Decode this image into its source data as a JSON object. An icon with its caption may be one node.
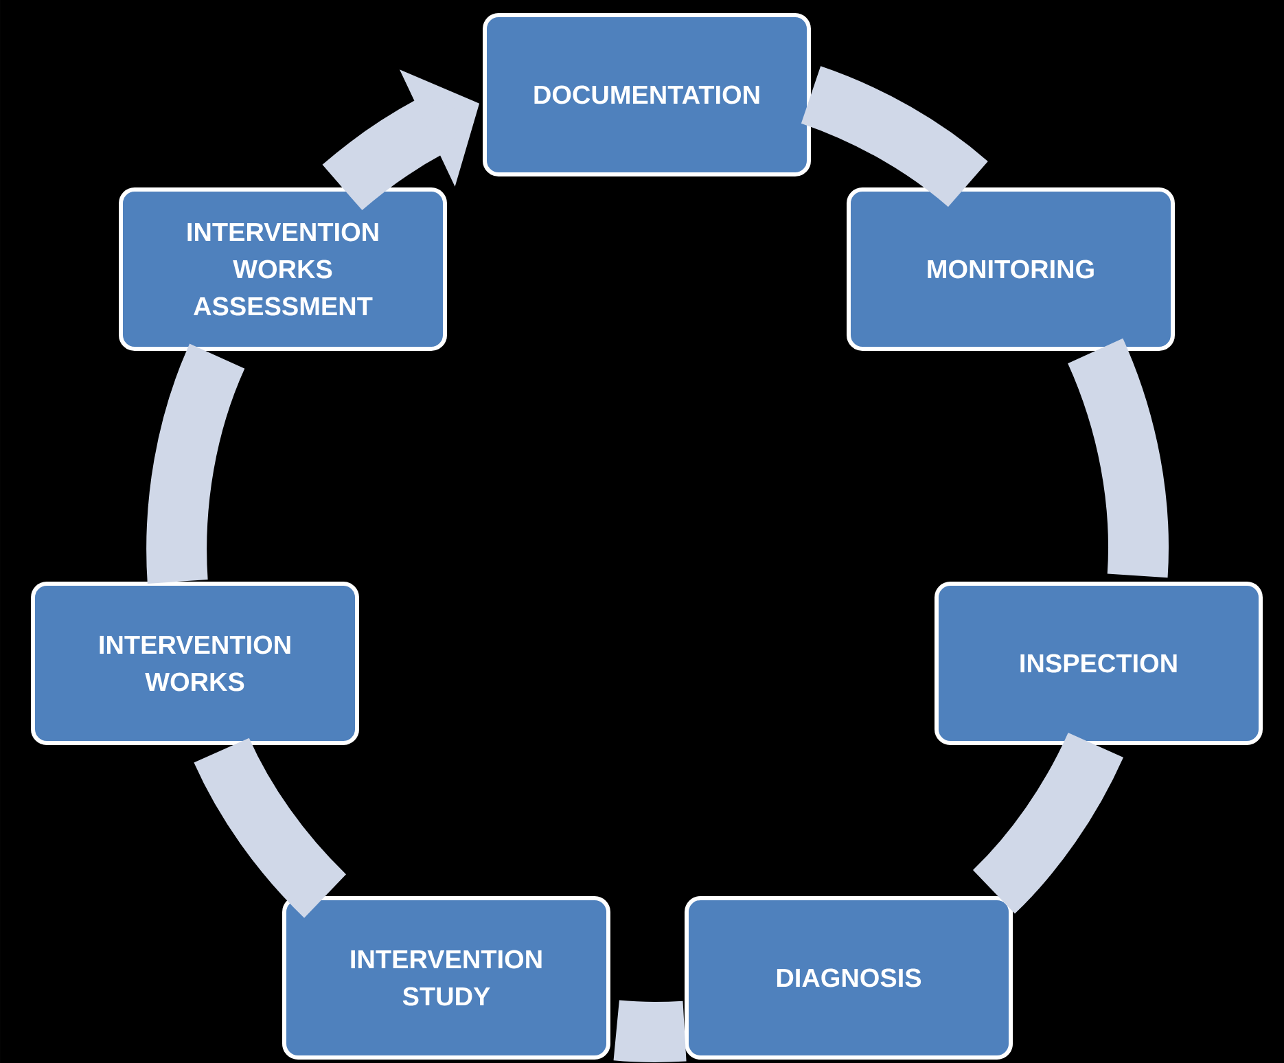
{
  "diagram": {
    "nodes": [
      {
        "text": [
          "DOCUMENTATION"
        ]
      },
      {
        "text": [
          "MONITORING"
        ]
      },
      {
        "text": [
          "INSPECTION"
        ]
      },
      {
        "text": [
          "DIAGNOSIS"
        ]
      },
      {
        "text": [
          "INTERVENTION STUDY"
        ]
      },
      {
        "text": [
          "INTERVENTION WORKS"
        ]
      },
      {
        "text": [
          "INTERVENTION WORKS ASSESSMENT"
        ]
      }
    ],
    "edges": [
      {
        "from": 0,
        "to": 1,
        "arrow": "none"
      },
      {
        "from": 1,
        "to": 2,
        "arrow": "none"
      },
      {
        "from": 2,
        "to": 3,
        "arrow": "none"
      },
      {
        "from": 3,
        "to": 4,
        "arrow": "none"
      },
      {
        "from": 4,
        "to": 5,
        "arrow": "none"
      },
      {
        "from": 5,
        "to": 6,
        "arrow": "none"
      },
      {
        "from": 6,
        "to": 0,
        "arrow": "to"
      }
    ]
  }
}
